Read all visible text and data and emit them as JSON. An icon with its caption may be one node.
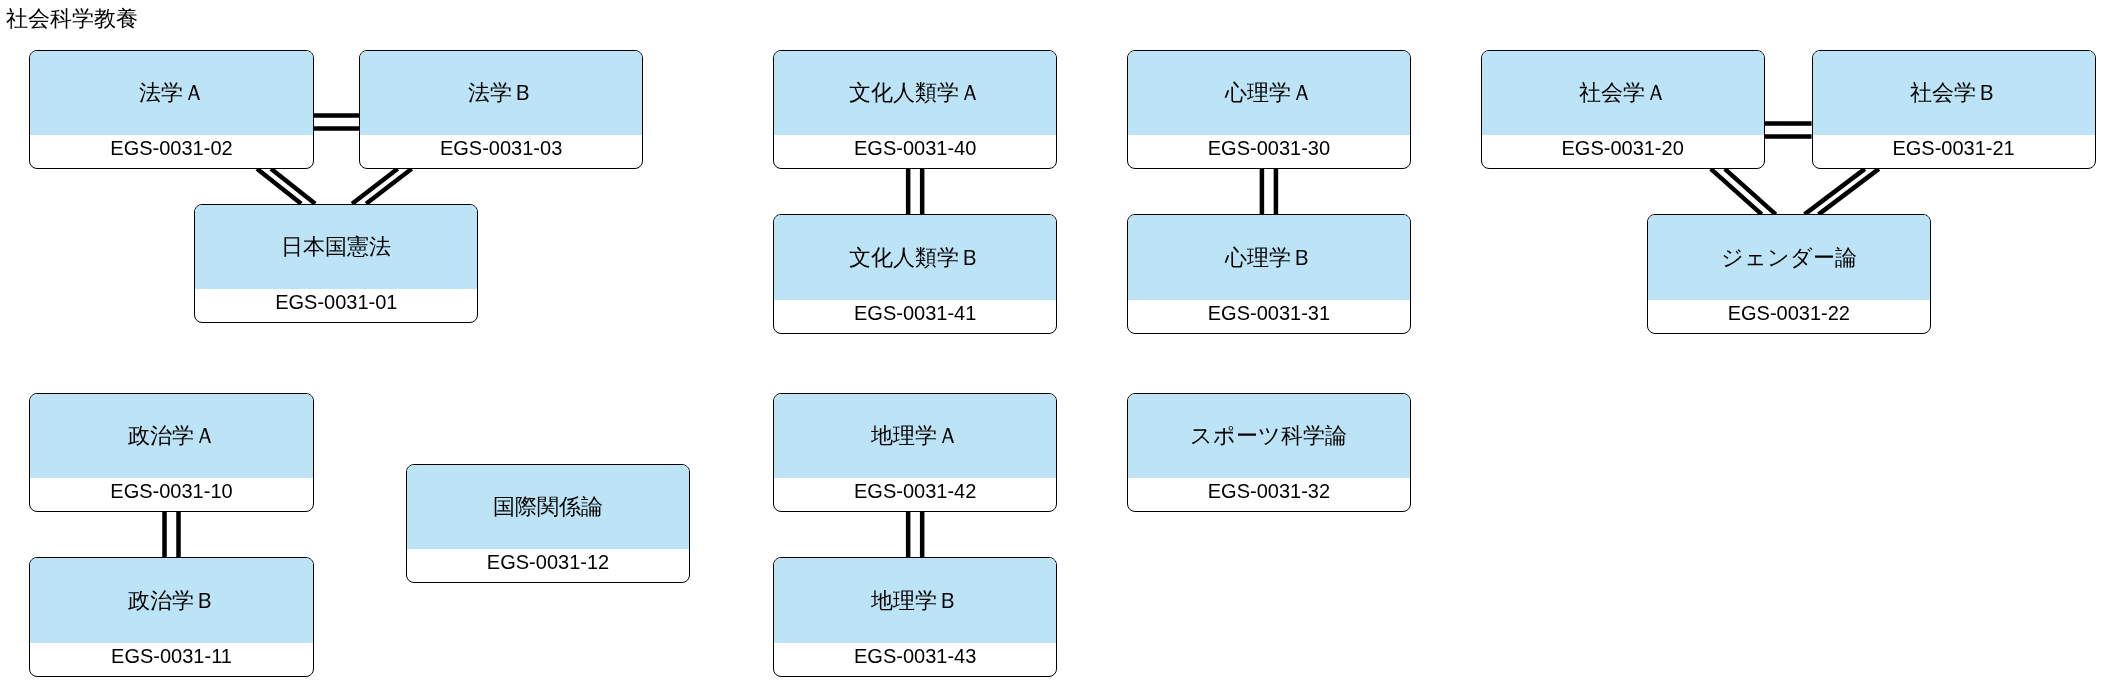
{
  "diagram": {
    "title": "社会科学教養",
    "nodes": [
      {
        "text": [
          "法学Ａ",
          "EGS-0031-02"
        ]
      },
      {
        "text": [
          "法学Ｂ",
          "EGS-0031-03"
        ]
      },
      {
        "text": [
          "日本国憲法",
          "EGS-0031-01"
        ]
      },
      {
        "text": [
          "文化人類学Ａ",
          "EGS-0031-40"
        ]
      },
      {
        "text": [
          "文化人類学Ｂ",
          "EGS-0031-41"
        ]
      },
      {
        "text": [
          "心理学Ａ",
          "EGS-0031-30"
        ]
      },
      {
        "text": [
          "心理学Ｂ",
          "EGS-0031-31"
        ]
      },
      {
        "text": [
          "社会学Ａ",
          "EGS-0031-20"
        ]
      },
      {
        "text": [
          "社会学Ｂ",
          "EGS-0031-21"
        ]
      },
      {
        "text": [
          "ジェンダー論",
          "EGS-0031-22"
        ]
      },
      {
        "text": [
          "政治学Ａ",
          "EGS-0031-10"
        ]
      },
      {
        "text": [
          "政治学Ｂ",
          "EGS-0031-11"
        ]
      },
      {
        "text": [
          "国際関係論",
          "EGS-0031-12"
        ]
      },
      {
        "text": [
          "地理学Ａ",
          "EGS-0031-42"
        ]
      },
      {
        "text": [
          "地理学Ｂ",
          "EGS-0031-43"
        ]
      },
      {
        "text": [
          "スポーツ科学論",
          "EGS-0031-32"
        ]
      }
    ],
    "edges": [
      {
        "from": 0,
        "to": 1,
        "arrow": "none"
      },
      {
        "from": 0,
        "to": 2,
        "arrow": "none"
      },
      {
        "from": 1,
        "to": 2,
        "arrow": "none"
      },
      {
        "from": 3,
        "to": 4,
        "arrow": "none"
      },
      {
        "from": 5,
        "to": 6,
        "arrow": "none"
      },
      {
        "from": 7,
        "to": 8,
        "arrow": "none"
      },
      {
        "from": 7,
        "to": 9,
        "arrow": "none"
      },
      {
        "from": 8,
        "to": 9,
        "arrow": "none"
      },
      {
        "from": 10,
        "to": 11,
        "arrow": "none"
      },
      {
        "from": 13,
        "to": 14,
        "arrow": "none"
      }
    ]
  }
}
